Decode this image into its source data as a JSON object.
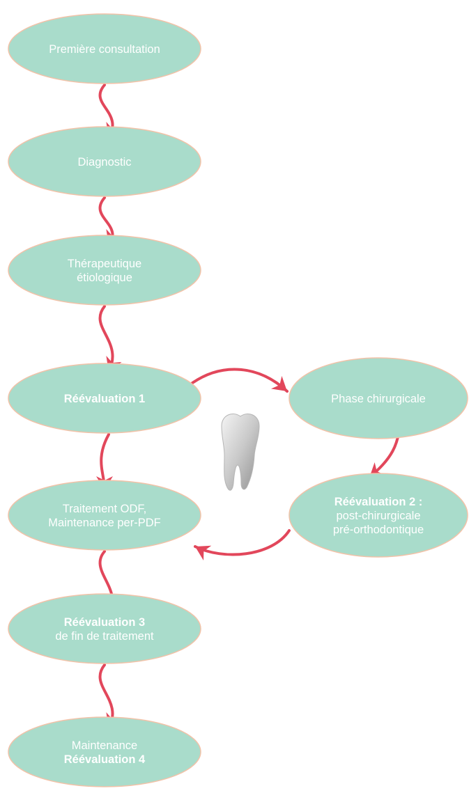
{
  "colors": {
    "node_fill": "#a9dccb",
    "node_stroke": "#f2c2a8",
    "arrow": "#e2475b",
    "text": "#ffffff"
  },
  "nodes": {
    "premiere_consultation": {
      "lines": [
        {
          "text": "Première consultation",
          "bold": false
        }
      ]
    },
    "diagnostic": {
      "lines": [
        {
          "text": "Diagnostic",
          "bold": false
        }
      ]
    },
    "therapeutique": {
      "lines": [
        {
          "text": "Thérapeutique",
          "bold": false
        },
        {
          "text": "étiologique",
          "bold": false
        }
      ]
    },
    "reevaluation_1": {
      "lines": [
        {
          "text": "Réévaluation 1",
          "bold": true
        }
      ]
    },
    "phase_chirurgicale": {
      "lines": [
        {
          "text": "Phase chirurgicale",
          "bold": false
        }
      ]
    },
    "reevaluation_2": {
      "lines": [
        {
          "text": "Réévaluation 2 :",
          "bold": true
        },
        {
          "text": "post-chirurgicale",
          "bold": false
        },
        {
          "text": "pré-orthodontique",
          "bold": false
        }
      ]
    },
    "traitement_odf": {
      "lines": [
        {
          "text": "Traitement ODF,",
          "bold": false
        },
        {
          "text": "Maintenance per-PDF",
          "bold": false
        }
      ]
    },
    "reevaluation_3": {
      "lines": [
        {
          "text": "Réévaluation 3",
          "bold": true
        },
        {
          "text": "de fin de traitement",
          "bold": false
        }
      ]
    },
    "maintenance": {
      "lines": [
        {
          "text": "Maintenance",
          "bold": false
        },
        {
          "text": "Réévaluation 4",
          "bold": true
        }
      ]
    }
  },
  "icons": {
    "center": "tooth-icon"
  }
}
